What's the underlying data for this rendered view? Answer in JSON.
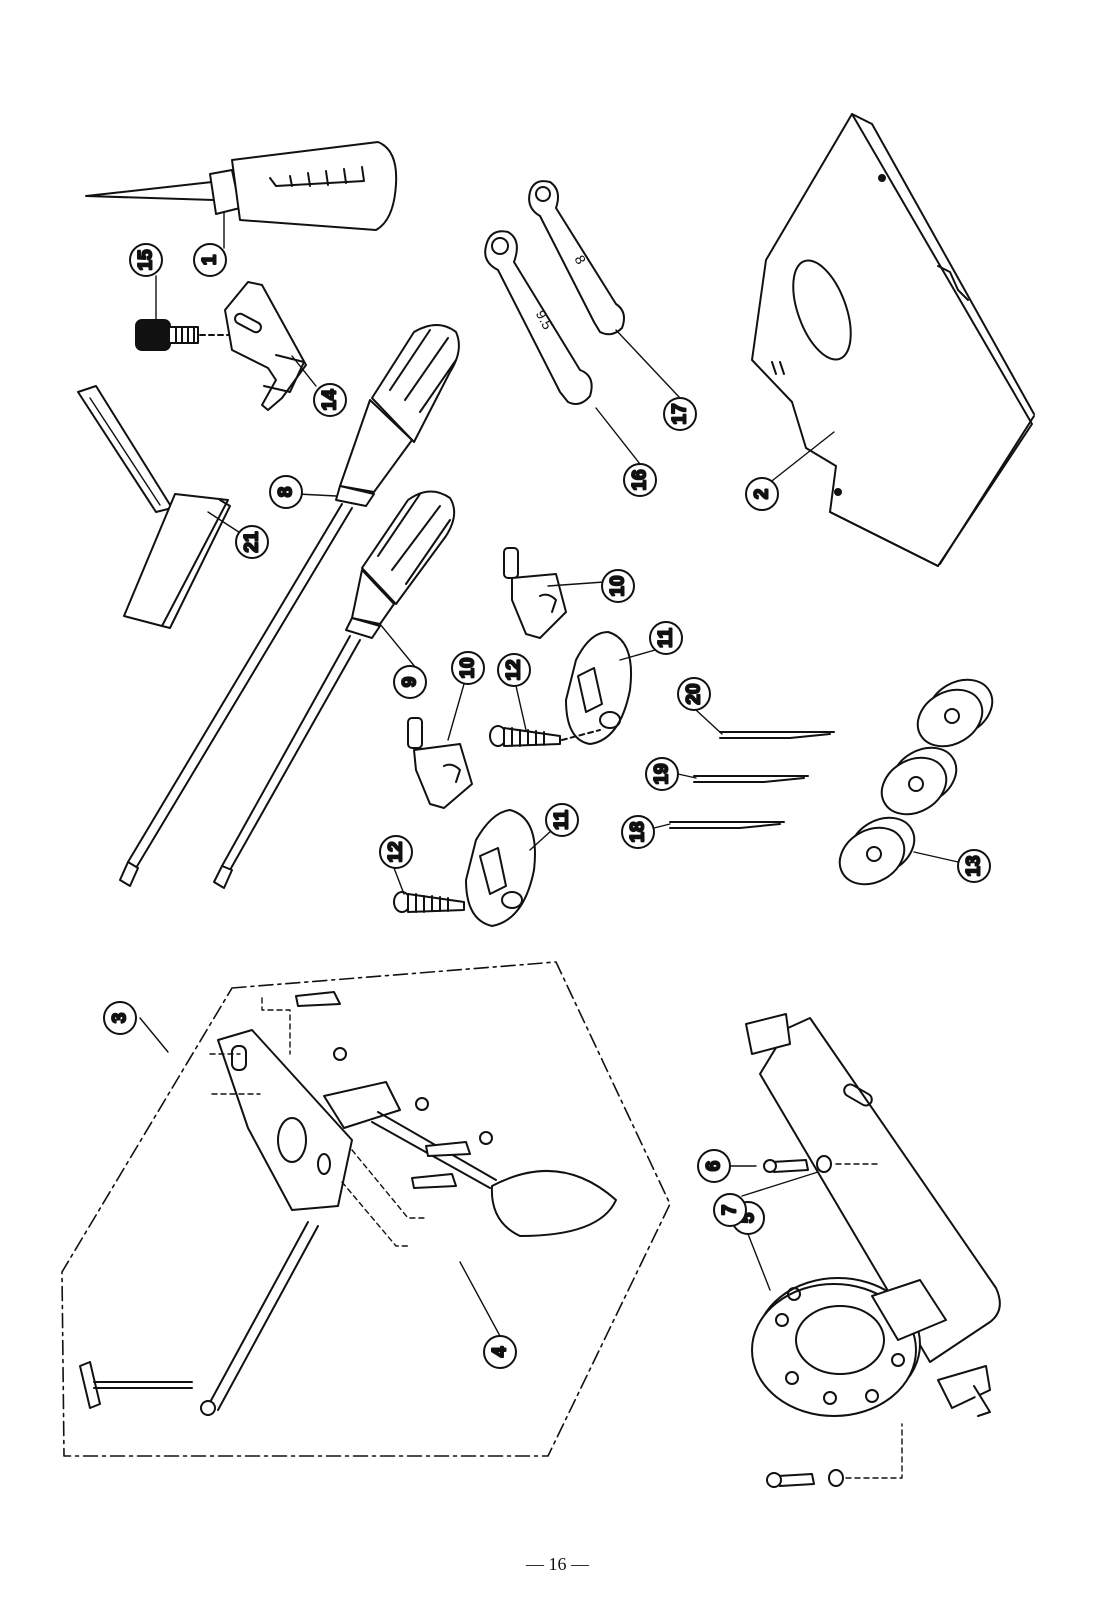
{
  "page": {
    "number": "— 16 —"
  },
  "callouts": {
    "c1": "1",
    "c2": "2",
    "c3": "3",
    "c4": "4",
    "c5": "5",
    "c6": "6",
    "c7": "7",
    "c8": "8",
    "c9": "9",
    "c10a": "10",
    "c10b": "10",
    "c11a": "11",
    "c11b": "11",
    "c12a": "12",
    "c12b": "12",
    "c13": "13",
    "c14": "14",
    "c15": "15",
    "c16": "16",
    "c17": "17",
    "c18": "18",
    "c19": "19",
    "c20": "20",
    "c21": "21"
  },
  "wrench_markings": {
    "wrench_16": "9.5",
    "wrench_17": "8"
  }
}
